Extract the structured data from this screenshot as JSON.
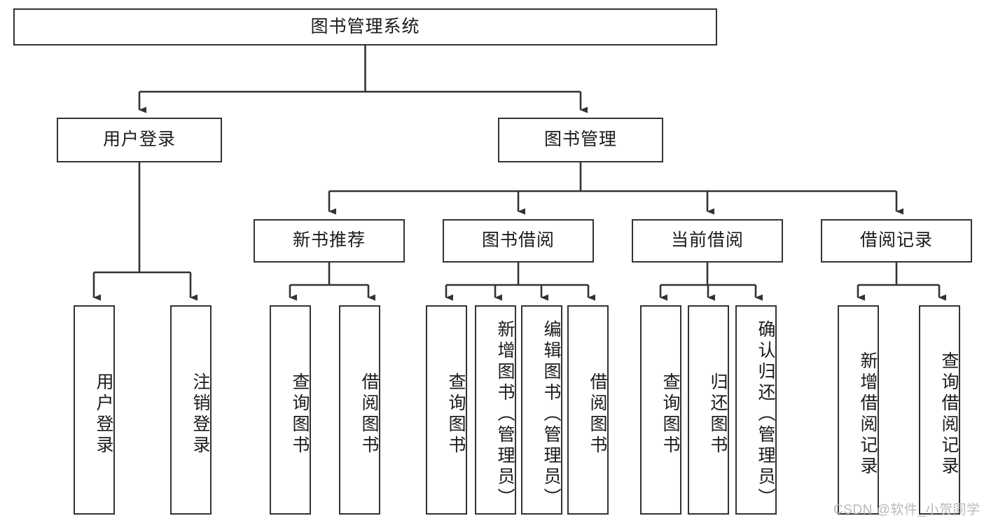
{
  "diagram": {
    "title": "图书管理系统",
    "type": "functional-decomposition-tree",
    "root": {
      "id": "root",
      "label": "图书管理系统"
    },
    "level2": [
      {
        "id": "user-login",
        "label": "用户登录"
      },
      {
        "id": "book-management",
        "label": "图书管理"
      }
    ],
    "level3": [
      {
        "id": "new-book-recommend",
        "label": "新书推荐"
      },
      {
        "id": "book-borrow",
        "label": "图书借阅"
      },
      {
        "id": "current-borrow",
        "label": "当前借阅"
      },
      {
        "id": "borrow-record",
        "label": "借阅记录"
      }
    ],
    "leaves": {
      "user_login": [
        {
          "id": "leaf-user-login",
          "label": "用户登录"
        },
        {
          "id": "leaf-logout-login",
          "label": "注销登录"
        }
      ],
      "new_book_recommend": [
        {
          "id": "leaf-query-book-1",
          "label": "查询图书"
        },
        {
          "id": "leaf-borrow-book-1",
          "label": "借阅图书"
        }
      ],
      "book_borrow": [
        {
          "id": "leaf-query-book-2",
          "label": "查询图书"
        },
        {
          "id": "leaf-add-book",
          "label": "新增图书（管理员）"
        },
        {
          "id": "leaf-edit-book",
          "label": "编辑图书（管理员）"
        },
        {
          "id": "leaf-borrow-book-2",
          "label": "借阅图书"
        }
      ],
      "current_borrow": [
        {
          "id": "leaf-query-book-3",
          "label": "查询图书"
        },
        {
          "id": "leaf-return-book",
          "label": "归还图书"
        },
        {
          "id": "leaf-confirm-return",
          "label": "确认归还（管理员）"
        }
      ],
      "borrow_record": [
        {
          "id": "leaf-add-borrow-record",
          "label": "新增借阅记录"
        },
        {
          "id": "leaf-query-borrow-record",
          "label": "查询借阅记录"
        }
      ]
    }
  },
  "watermark": {
    "text": "CSDN @软件_小贺同学"
  },
  "colors": {
    "stroke": "#333333",
    "fill": "#ffffff",
    "text": "#1b1b1b",
    "watermark": "#b9b9b9"
  }
}
